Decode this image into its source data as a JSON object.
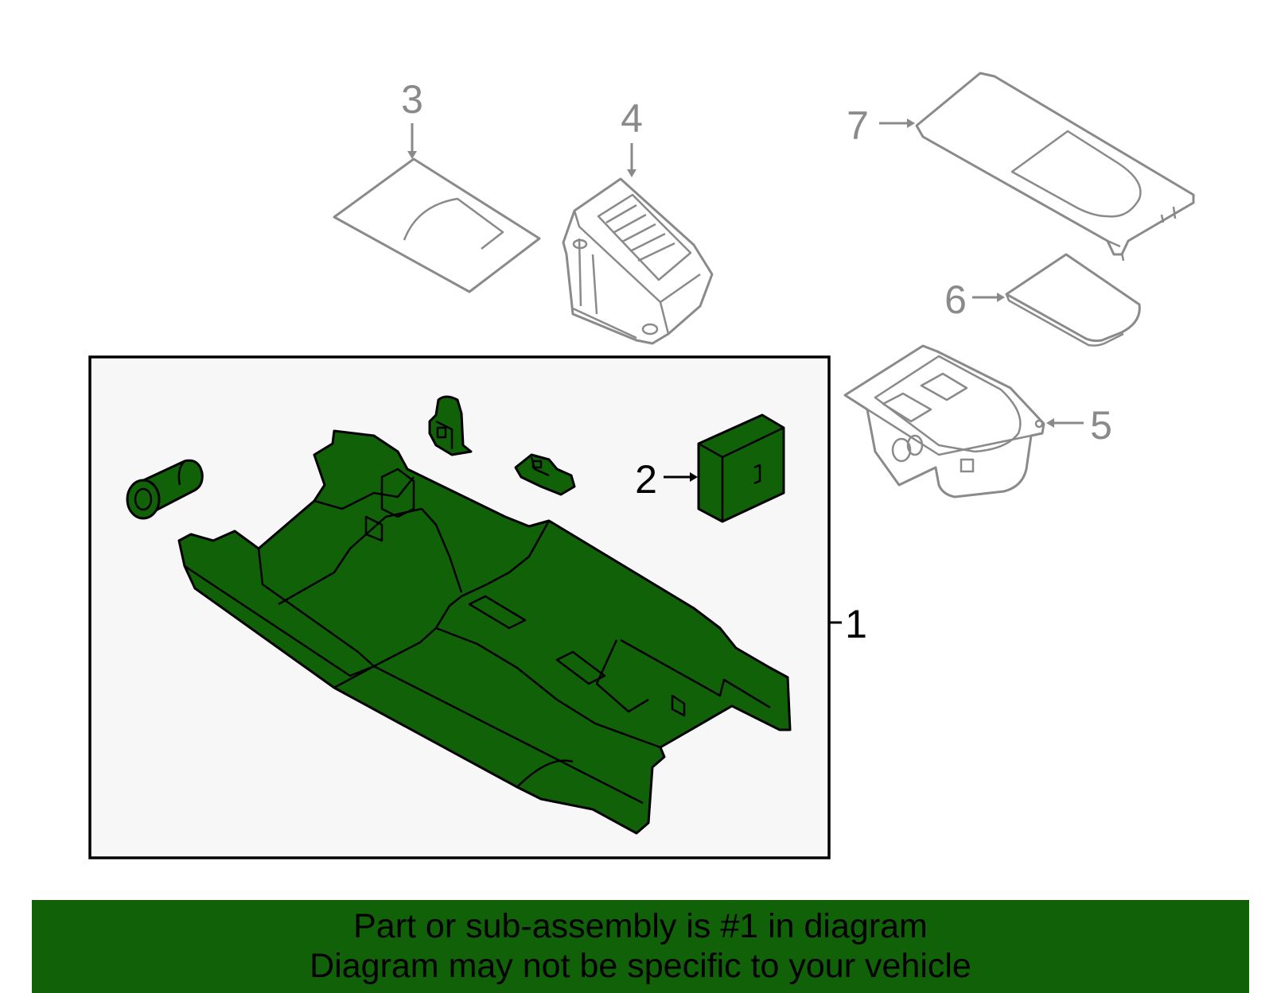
{
  "callouts": {
    "c1": "1",
    "c2": "2",
    "c3": "3",
    "c4": "4",
    "c5": "5",
    "c6": "6",
    "c7": "7"
  },
  "banner": {
    "line1": "Part or sub-assembly is #1 in diagram",
    "line2": "Diagram may not be specific to your vehicle"
  },
  "colors": {
    "highlight_part": "#116109",
    "banner_background": "#116109",
    "unhighlighted_part_outline": "#8a8a8a",
    "subassembly_box_background": "#f7f7f7"
  }
}
